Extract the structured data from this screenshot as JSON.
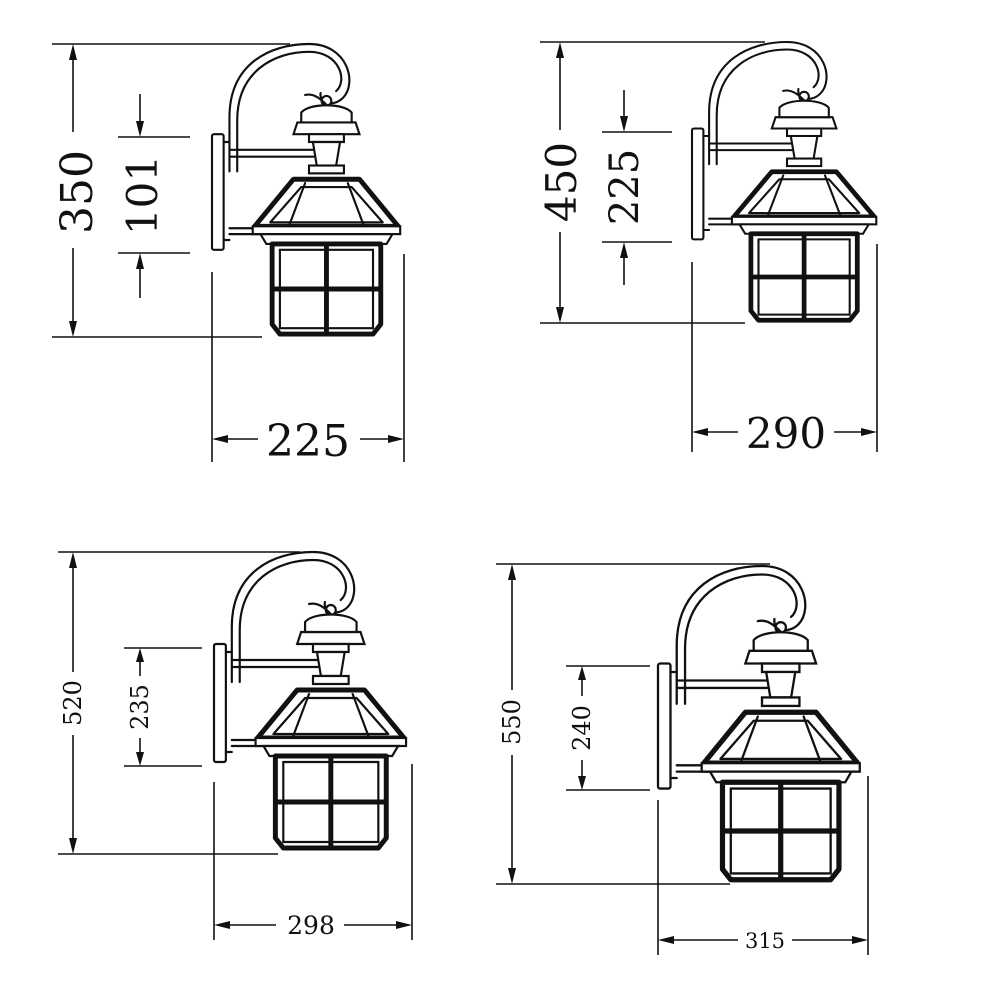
{
  "diagrams": [
    {
      "id": "lamp-1",
      "overall_height": "350",
      "lantern_height": "101",
      "projection": "225"
    },
    {
      "id": "lamp-2",
      "overall_height": "450",
      "lantern_height": "225",
      "projection": "290"
    },
    {
      "id": "lamp-3",
      "overall_height": "520",
      "lantern_height": "235",
      "projection": "298"
    },
    {
      "id": "lamp-4",
      "overall_height": "550",
      "lantern_height": "240",
      "projection": "315"
    }
  ]
}
